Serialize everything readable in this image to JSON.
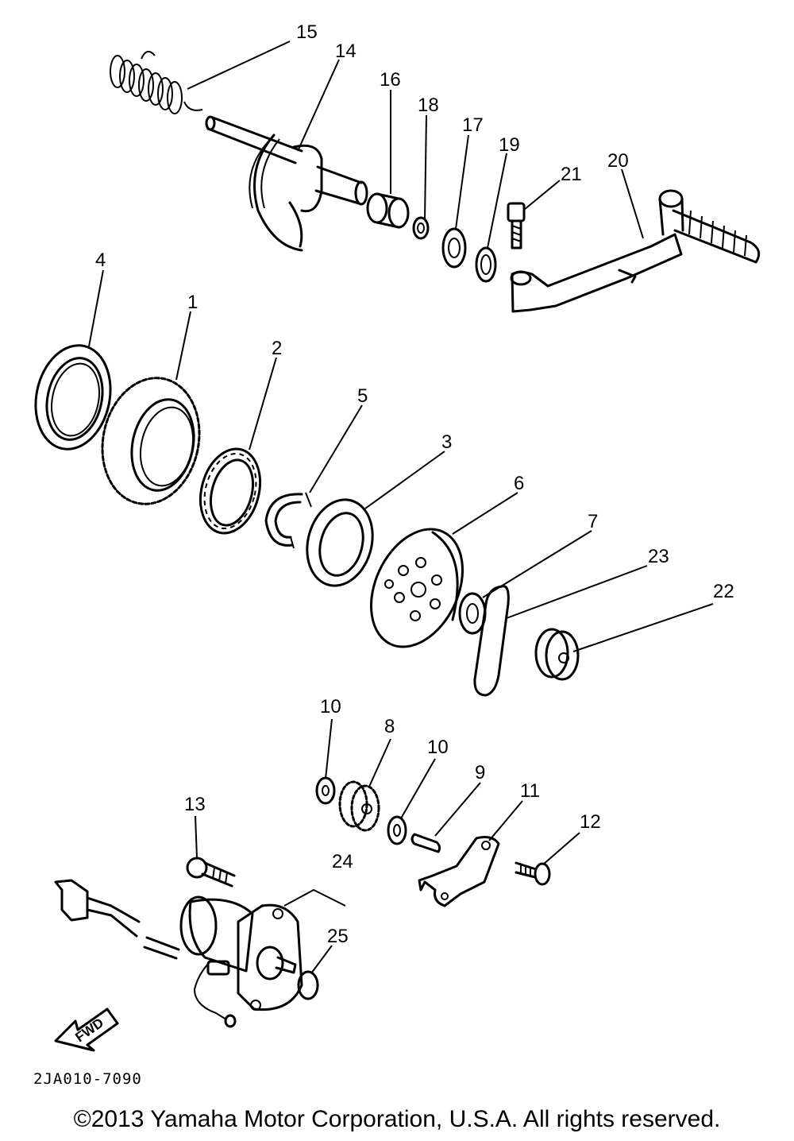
{
  "labels": {
    "l1": "1",
    "l2": "2",
    "l3": "3",
    "l4": "4",
    "l5": "5",
    "l6": "6",
    "l7": "7",
    "l8": "8",
    "l9": "9",
    "l10a": "10",
    "l10b": "10",
    "l11": "11",
    "l12": "12",
    "l13": "13",
    "l14": "14",
    "l15": "15",
    "l16": "16",
    "l17": "17",
    "l18": "18",
    "l19": "19",
    "l20": "20",
    "l21": "21",
    "l22": "22",
    "l23": "23",
    "l24": "24",
    "l25": "25"
  },
  "fwd_label": "FWD",
  "diagram_code": "2JA010-7090",
  "copyright": "©2013 Yamaha Motor Corporation, U.S.A. All rights reserved."
}
